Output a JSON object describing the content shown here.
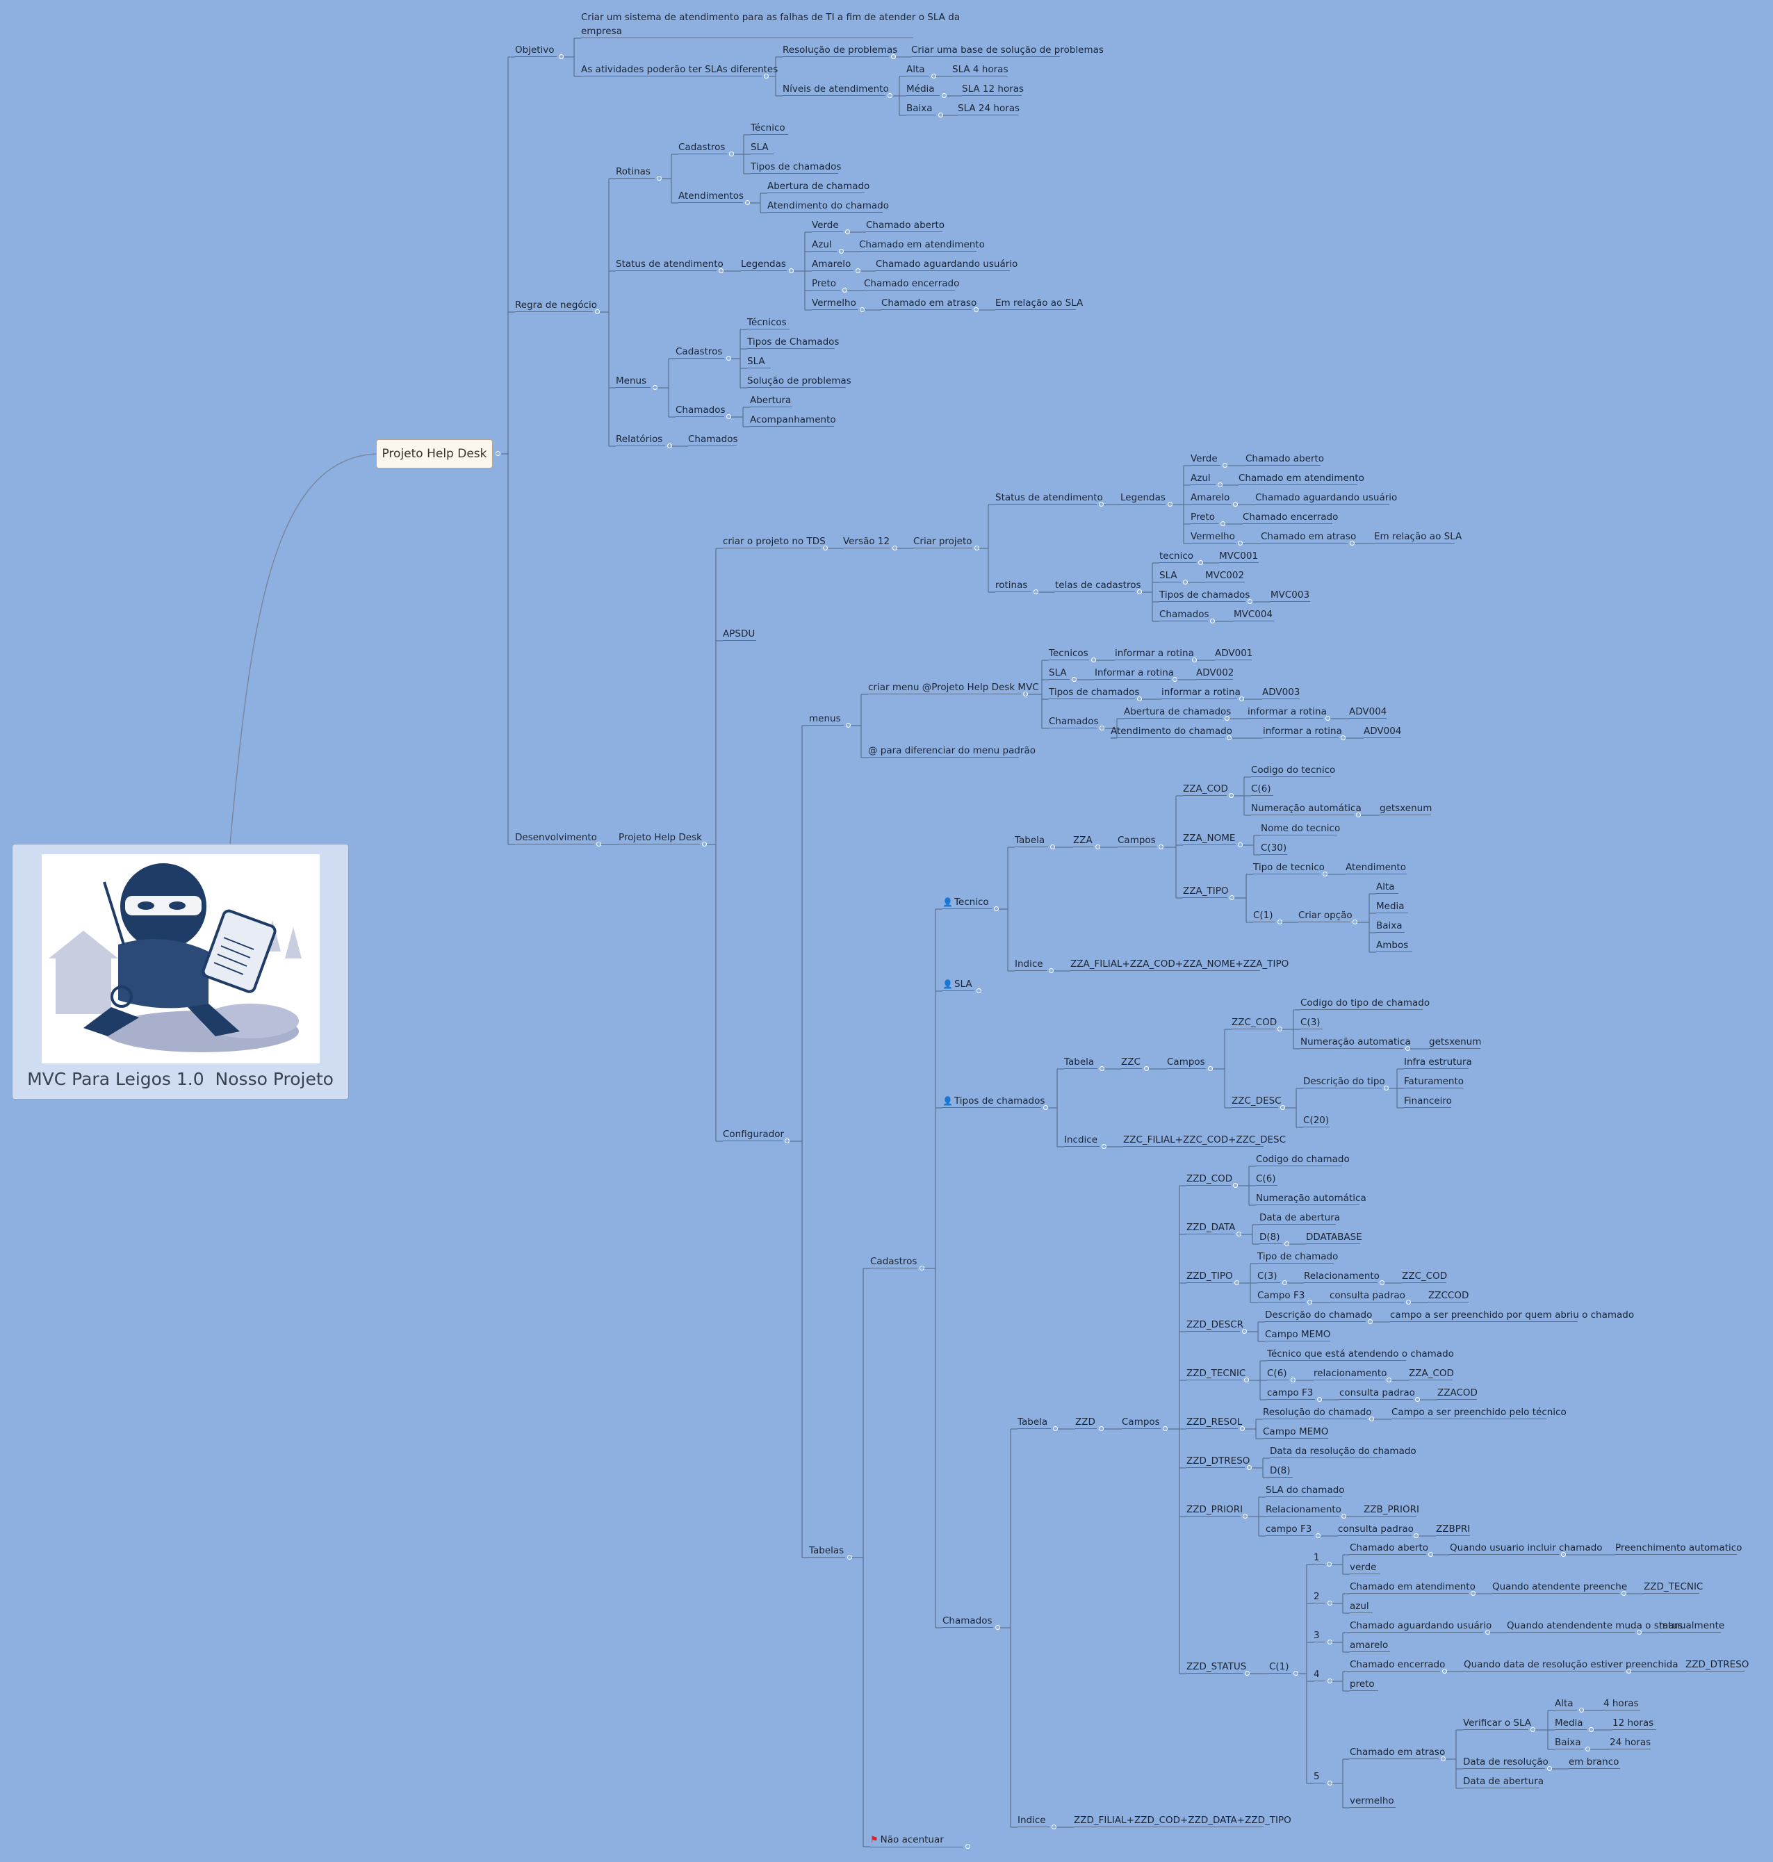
{
  "root": {
    "title": "Projeto Help Desk"
  },
  "card": {
    "caption": "MVC Para Leigos 1.0  Nosso Projeto",
    "illustration": "ninja-with-keyboard"
  },
  "labels": {
    "n1": "Objetivo",
    "n2": "Criar um sistema de atendimento para as falhas de TI a fim de atender o SLA da",
    "n2b": "empresa",
    "n3": "As atividades poderão ter SLAs diferentes",
    "n4": "Resolução de problemas",
    "n5": "Criar uma base de solução de problemas",
    "n6": "Níveis de atendimento",
    "n7": "Alta",
    "n8": "SLA 4 horas",
    "n9": "Média",
    "n10": "SLA 12 horas",
    "n11": "Baixa",
    "n12": "SLA 24 horas",
    "n13": "Regra de negócio",
    "n14": "Rotinas",
    "n15": "Cadastros",
    "n16": "Técnico",
    "n17": "SLA",
    "n18": "Tipos de chamados",
    "n19": "Atendimentos",
    "n20": "Abertura de chamado",
    "n21": "Atendimento do chamado",
    "n22": "Status de atendimento",
    "n23": "Legendas",
    "n24": "Verde",
    "n25": "Chamado aberto",
    "n26": "Azul",
    "n27": "Chamado em atendimento",
    "n28": "Amarelo",
    "n29": "Chamado aguardando usuário",
    "n30": "Preto",
    "n31": "Chamado encerrado",
    "n32": "Vermelho",
    "n33": "Chamado em atraso",
    "n34": "Em relação ao SLA",
    "n35": "Menus",
    "n36": "Cadastros",
    "n37": "Técnicos",
    "n38": "Tipos de Chamados",
    "n39": "SLA",
    "n40": "Solução de problemas",
    "n41": "Chamados",
    "n42": "Abertura",
    "n43": "Acompanhamento",
    "n44": "Relatórios",
    "n45": "Chamados",
    "n46": "Desenvolvimento",
    "n47": "Projeto Help Desk",
    "n48": "criar o projeto no TDS",
    "n49": "Versão 12",
    "n50": "Criar projeto",
    "n51": "Status de atendimento",
    "n52": "Legendas",
    "n53": "Verde",
    "n54": "Chamado aberto",
    "n55": "Azul",
    "n56": "Chamado em atendimento",
    "n57": "Amarelo",
    "n58": "Chamado aguardando usuário",
    "n59": "Preto",
    "n60": "Chamado encerrado",
    "n61": "Vermelho",
    "n62": "Chamado em atraso",
    "n63": "Em relação ao SLA",
    "n64": "rotinas",
    "n65": "telas de cadastros",
    "n66": "tecnico",
    "n67": "MVC001",
    "n68": "SLA",
    "n69": "MVC002",
    "n70": "Tipos de chamados",
    "n71": "MVC003",
    "n72": "Chamados",
    "n73": "MVC004",
    "n74": "APSDU",
    "n75": "menus",
    "n76": "criar menu @Projeto Help Desk MVC",
    "n77": "Tecnicos",
    "n78": "informar a rotina",
    "n79": "ADV001",
    "n80": "SLA",
    "n81": "Informar a rotina",
    "n82": "ADV002",
    "n83": "Tipos de chamados",
    "n84": "informar a rotina",
    "n85": "ADV003",
    "n86": "Chamados",
    "n87": "Abertura de chamados",
    "n88": "informar a rotina",
    "n89": "ADV004",
    "n90": "Atendimento do chamado",
    "n91": "informar a rotina",
    "n92": "ADV004",
    "n93": "@ para diferenciar do menu padrão",
    "n94": "Configurador",
    "n95": "Tabelas",
    "n96": "Cadastros",
    "n97": "Tecnico",
    "n98": "Tabela",
    "n99": "ZZA",
    "n100": "Campos",
    "n101": "ZZA_COD",
    "n102": "Codigo do tecnico",
    "n103": "C(6)",
    "n104": "Numeração automática",
    "n105": "getsxenum",
    "n106": "ZZA_NOME",
    "n107": "Nome do tecnico",
    "n108": "C(30)",
    "n109": "ZZA_TIPO",
    "n110": "Tipo de tecnico",
    "n111": "Atendimento",
    "n112": "C(1)",
    "n113": "Criar opção",
    "n114": "Alta",
    "n115": "Media",
    "n116": "Baixa",
    "n117": "Ambos",
    "n118": "Indice",
    "n119": "ZZA_FILIAL+ZZA_COD+ZZA_NOME+ZZA_TIPO",
    "n120": "SLA",
    "n121": "Tipos de chamados",
    "n122": "Tabela",
    "n123": "ZZC",
    "n124": "Campos",
    "n125": "ZZC_COD",
    "n126": "Codigo do tipo de chamado",
    "n127": "C(3)",
    "n128": "Numeração automatica",
    "n129": "getsxenum",
    "n130": "ZZC_DESC",
    "n131": "Descrição do tipo",
    "n132": "Infra estrutura",
    "n133": "Faturamento",
    "n134": "Financeiro",
    "n135": "C(20)",
    "n136": "Incdice",
    "n137": "ZZC_FILIAL+ZZC_COD+ZZC_DESC",
    "n138": "Chamados",
    "n139": "Tabela",
    "n140": "ZZD",
    "n141": "Campos",
    "n142": "ZZD_COD",
    "n143": "Codigo do chamado",
    "n144": "C(6)",
    "n145": "Numeração automática",
    "n146": "ZZD_DATA",
    "n147": "Data de abertura",
    "n148": "D(8)",
    "n149": "DDATABASE",
    "n150": "ZZD_TIPO",
    "n151": "Tipo de chamado",
    "n152": "C(3)",
    "n153": "Relacionamento",
    "n154": "ZZC_COD",
    "n155": "Campo F3",
    "n156": "consulta padrao",
    "n157": "ZZCCOD",
    "n158": "ZZD_DESCR",
    "n159": "Descrição do chamado",
    "n160": "campo a ser preenchido por quem abriu o chamado",
    "n161": "Campo MEMO",
    "n162": "ZZD_TECNIC",
    "n163": "Técnico que está atendendo o chamado",
    "n164": "C(6)",
    "n165": "relacionamento",
    "n166": "ZZA_COD",
    "n167": "campo F3",
    "n168": "consulta padrao",
    "n169": "ZZACOD",
    "n170": "ZZD_RESOL",
    "n171": "Resolução do chamado",
    "n172": "Campo a ser preenchido pelo técnico",
    "n173": "Campo MEMO",
    "n174": "ZZD_DTRESO",
    "n175": "Data da resolução do chamado",
    "n176": "D(8)",
    "n177": "ZZD_PRIORI",
    "n178": "SLA do chamado",
    "n179": "Relacionamento",
    "n180": "ZZB_PRIORI",
    "n181": "campo F3",
    "n182": "consulta padrao",
    "n183": "ZZBPRI",
    "n184": "ZZD_STATUS",
    "n185": "C(1)",
    "n186": "1",
    "n187": "Chamado aberto",
    "n188": "Quando usuario incluir chamado",
    "n189": "Preenchimento automatico",
    "n190": "verde",
    "n191": "2",
    "n192": "Chamado em atendimento",
    "n193": "Quando atendente preenche",
    "n194": "ZZD_TECNIC",
    "n195": "azul",
    "n196": "3",
    "n197": "Chamado aguardando usuário",
    "n198": "Quando atendendente muda o status",
    "n199": "manualmente",
    "n200": "amarelo",
    "n201": "4",
    "n202": "Chamado encerrado",
    "n203": "Quando data de resolução estiver preenchida",
    "n204": "ZZD_DTRESO",
    "n205": "preto",
    "n206": "5",
    "n207": "Chamado em atraso",
    "n208": "Verificar o SLA",
    "n209": "Alta",
    "n210": "4 horas",
    "n211": "Media",
    "n212": "12 horas",
    "n213": "Baixa",
    "n214": "24 horas",
    "n215": "Data de resolução",
    "n216": "em branco",
    "n217": "Data de abertura",
    "n218": "vermelho",
    "n219": "Indice",
    "n220": "ZZD_FILIAL+ZZD_COD+ZZD_DATA+ZZD_TIPO",
    "n221": "Não acentuar"
  }
}
